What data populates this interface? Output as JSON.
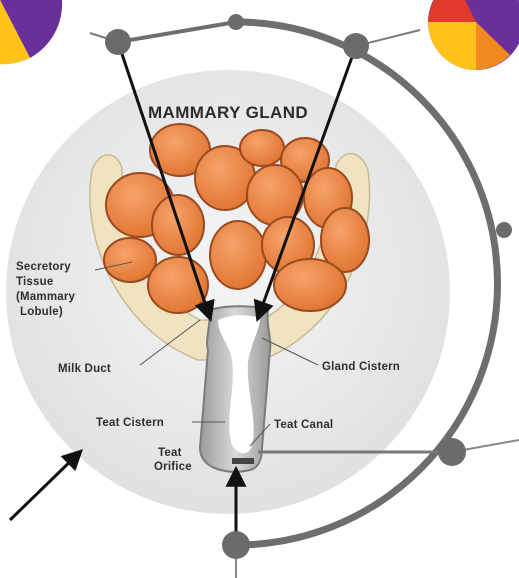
{
  "diagram": {
    "title": "MAMMARY GLAND",
    "labels": {
      "secretory_line1": "Secretory",
      "secretory_line2": "Tissue",
      "secretory_line3": "(Mammary",
      "secretory_line4": "Lobule)",
      "milk_duct": "Milk Duct",
      "gland_cistern": "Gland Cistern",
      "teat_cistern": "Teat Cistern",
      "teat_canal": "Teat Canal",
      "teat_orifice_line1": "Teat",
      "teat_orifice_line2": "Orifice"
    }
  },
  "colors": {
    "ring": "#6e6e6e",
    "node": "#6b6b6b",
    "circle_bg": "#e9eaeb",
    "lobule_fill": "#ee8a4a",
    "lobule_stroke": "#9a4a1e",
    "tissue": "#efe3c2",
    "teat": "#cfcfcf",
    "pie": [
      "#6a2f98",
      "#ffc21a",
      "#e23a2a",
      "#f08a1e"
    ]
  }
}
